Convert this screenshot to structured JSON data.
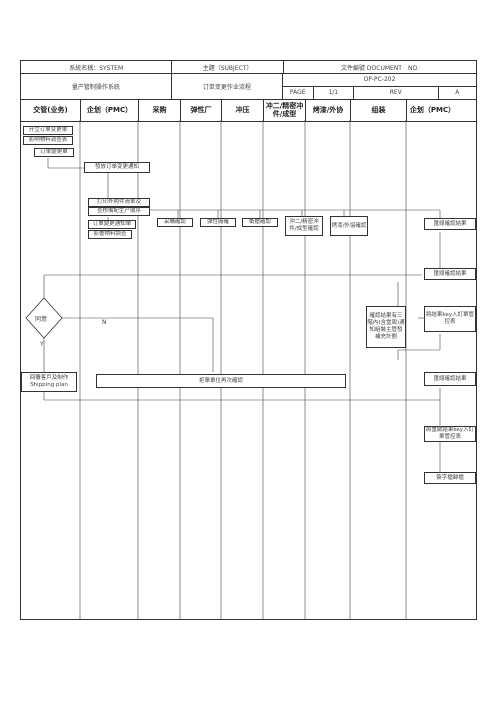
{
  "header": {
    "system_name": "系統名稱：SYSTEM",
    "subject": "主題（SUBJECT）",
    "doc_no": "文件編號 DOCUMENT　NO.",
    "module": "量产管制操作系統",
    "title": "订单变更作业流程",
    "doc_code": "OP-PC-202",
    "page_label": "PAGE",
    "page_value": "1/1",
    "rev_label": "REV",
    "rev_value": "A"
  },
  "lanes": [
    "交管(业务)",
    "企划（PMC）",
    "采购",
    "弹性厂",
    "冲压",
    "冲二/精密冲件/成型",
    "烤漆/外协",
    "组装",
    "企划（PMC）"
  ],
  "boxes": {
    "start": "开立订单变更单",
    "start_sub": "影响物料调查表",
    "receive": "订单變更單",
    "notice": "發放订单变更通知",
    "print_top": "打印外购件清单及",
    "print_mid": "查核備配生产顺序",
    "change_notice": "订单變更通知單",
    "material_check": "影響物料調查",
    "purchase_confirm": "采購確認",
    "spring_confirm": "弹性廠確",
    "stamping_confirm": "衝壓確認",
    "precision_confirm": "沖二/精密沖件/成型確認",
    "paint_confirm": "烤漆/外協確認",
    "collect_result": "匯總確認結果",
    "return_result": "匯總確認結果",
    "assembly_check": "確認結果有三階內(含當周)通知組裝主管發補充計劃",
    "key_in": "將結果key入訂單管控表",
    "agree": "同意",
    "no_label": "N",
    "yes_label": "Y",
    "reply": "回覆客戶及制作 Shipping plan",
    "recheck": "拒單單位再次確認",
    "final_result": "匯總確認結果",
    "key_in2": "將重啟結果key入訂單管控表",
    "archive": "簽字檔歸檔"
  }
}
